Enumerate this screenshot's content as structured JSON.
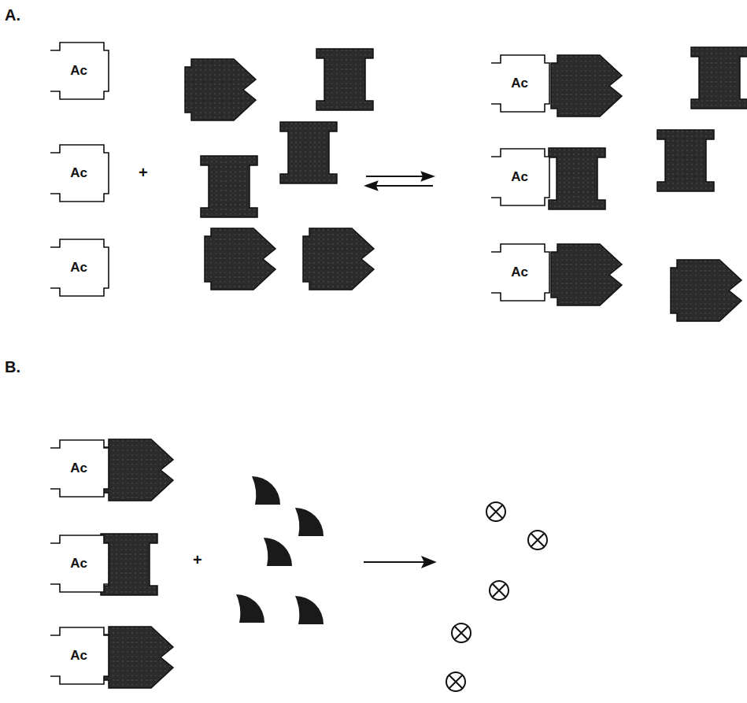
{
  "diagram": {
    "nodes": [
      {
        "text": [
          "Ac"
        ]
      },
      {
        "text": [
          "Ac"
        ]
      },
      {
        "text": [
          "Ac"
        ]
      },
      {
        "text": [
          "Ac"
        ]
      },
      {
        "text": [
          "Ac"
        ]
      },
      {
        "text": [
          "Ac"
        ]
      },
      {
        "text": [
          "Ac"
        ]
      },
      {
        "text": [
          "Ac"
        ]
      },
      {
        "text": [
          "Ac"
        ]
      }
    ],
    "labels": [
      "A.",
      "+",
      "B.",
      "+"
    ]
  }
}
